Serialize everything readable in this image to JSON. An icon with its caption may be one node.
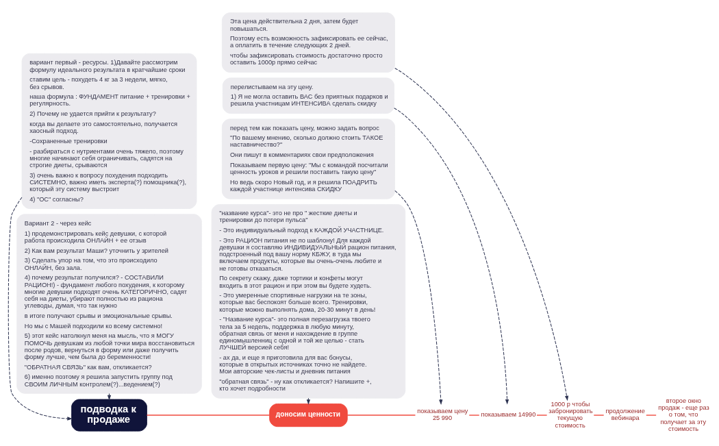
{
  "diagram": {
    "nodes": [
      {
        "text": [
          "вариант первый - ресурсы. 1)Давайте рассмотрим формулу идеального результата в кратчайшие сроки",
          "ставим цель - похудеть 4 кг за 3 недели, мягко, без срывов.",
          "наша формула : ФУНДАМЕНТ питание + тренировки + регулярность.",
          "2) Почему не удается прийти к результату?",
          "когда вы делаете это самостоятельно, получается хаосный подход.",
          "-Сохраненные тренировки",
          "- разбираться с нутриентами очень тяжело, поэтому многие начинают себя ограничивать, садятся на строгие диеты, срываются",
          "3) очень важно к вопросу похудения подходить СИСТЕМНО, важно иметь эксперта(?) помощника(?), который эту систему выстроит",
          "4) \"ОС\" согласны?"
        ]
      },
      {
        "text": [
          "Вариант 2 - через кейс",
          "1) продемонстрировать кейс девушки, с которой работа происходила ОНЛАЙН + ее отзыв",
          "2) Как вам результат Маши? уточнить у зрителей",
          "3) Сделать упор на том, что это происходило ОНЛАЙН, без зала.",
          "4) почему результат получился? - СОСТАВИЛИ РАЦИОН!) - фундамент любого похудения, к которому многие девушки подходят очень КАТЕГОРИЧНО, садят себя на диеты, убирают полностью из рациона углеводы, думая, что так нужно",
          "в итоге получают срывы и эмоциональные срывы.",
          "Но мы с Машей подходили ко всему системно!",
          "5) этот кейс натолкнул меня на мысль, что я МОГУ ПОМОЧЬ девушкам из любой точки мира восстановиться после родов, вернуться в форму или даже получить форму лучше, чем была до беременности!",
          "\"ОБРАТНАЯ СВЯЗЬ\" как вам, откликается?",
          "6) именно поэтому я решила запустить группу под СВОИМ ЛИЧНЫМ контролем(?)...ведением(?)"
        ]
      },
      {
        "text": [
          "подводка к продаже"
        ]
      },
      {
        "text": [
          "доносим ценности"
        ]
      },
      {
        "text": [
          "\"название курса\"- это не про \" жесткие диеты и тренировки до потери пульса\"",
          "- Это индивидуальный подход к КАЖДОЙ УЧАСТНИЦЕ.",
          "- Это РАЦИОН питания не по шаблону! Для каждой девушки я составляю ИНДИВИДУАЛЬНЫЙ рацион питания, подстроенный под вашу норму КБЖУ, в туда мы включаем продукты, которые вы очень-очень любите и не готовы отказаться.",
          "По секрету скажу, даже тортики и конфеты могут входить в этот рацион и при этом вы будете худеть.",
          "- Это умеренные спортивные нагрузки на те зоны, которые вас беспокоят больше всего. Тренировки, которые можно выполнять дома, 20-30 минут в день!",
          "- \"Название курса\"- это полная перезагрузка твоего тела за 5 недель, поддержка в любую минуту, обратная связь от меня и нахождение в группе единомышленниц с одной и той же целью - стать ЛУЧШЕЙ версией себя!",
          "- ах да, и еще я приготовила для вас бонусы, которые в открытых источниках точно не найдете. Мои авторские чек-листы и дневник питания",
          "\"обратная связь\" - ну как откликается? Напишите +, кто хочет подробности"
        ]
      },
      {
        "text": [
          "перед тем как показать цену, можно задать вопрос",
          "\"По вашему мнению, сколько должно стоить ТАКОЕ наставничество?\"",
          "Они пишут в комментариях свои предположения",
          "Показываем первую цену: \"Мы с командой посчитали ценность уроков и решили поставить такую цену\"",
          "Но ведь скоро Новый год, и я решила ПОАДРИТЬ каждой участнице интенсива СКИДКУ"
        ]
      },
      {
        "text": [
          "показываем цену 25 990"
        ]
      },
      {
        "text": [
          "показываем 14990"
        ]
      },
      {
        "text": [
          "перелистываем на эту цену.",
          "1) Я не могла оставить ВАС без приятных подарков и решила участницам ИНТЕНСИВА сделать скидку"
        ]
      },
      {
        "text": [
          "1000 р чтобы забронировать текущую стоимость"
        ]
      },
      {
        "text": [
          "Эта цена действительна 2 дня, затем будет повышаться.",
          "Поэтому есть возможность зафиксировать ее сейчас, а оплатить в течение следующих 2 дней.",
          "чтобы зафиксировать стоимость достаточно просто оставить 1000р прямо сейчас"
        ]
      },
      {
        "text": [
          "продолжение вебинара"
        ]
      },
      {
        "text": [
          "второе окно продаж - еще раз о том, что получает за эту стоимость"
        ]
      }
    ],
    "edges": [
      {
        "from": 2,
        "to": 3,
        "arrow": "none",
        "color": "#f04a3e"
      },
      {
        "from": 3,
        "to": 6,
        "arrow": "none",
        "color": "#f04a3e"
      },
      {
        "from": 6,
        "to": 7,
        "arrow": "none",
        "color": "#f04a3e"
      },
      {
        "from": 7,
        "to": 9,
        "arrow": "none",
        "color": "#f04a3e"
      },
      {
        "from": 9,
        "to": 11,
        "arrow": "none",
        "color": "#f04a3e"
      },
      {
        "from": 11,
        "to": 12,
        "arrow": "none",
        "color": "#f04a3e"
      },
      {
        "from": 0,
        "to": 2,
        "arrow": "to",
        "style": "dashed",
        "color": "#2e3452"
      },
      {
        "from": 1,
        "to": 2,
        "arrow": "to",
        "style": "dashed",
        "color": "#2e3452"
      },
      {
        "from": 4,
        "to": 3,
        "arrow": "to",
        "style": "dashed",
        "color": "#2e3452"
      },
      {
        "from": 5,
        "to": 6,
        "arrow": "to",
        "style": "dashed",
        "color": "#2e3452"
      },
      {
        "from": 8,
        "to": 7,
        "arrow": "to",
        "style": "dashed",
        "color": "#2e3452"
      },
      {
        "from": 10,
        "to": 9,
        "arrow": "to",
        "style": "dashed",
        "color": "#2e3452"
      }
    ]
  }
}
